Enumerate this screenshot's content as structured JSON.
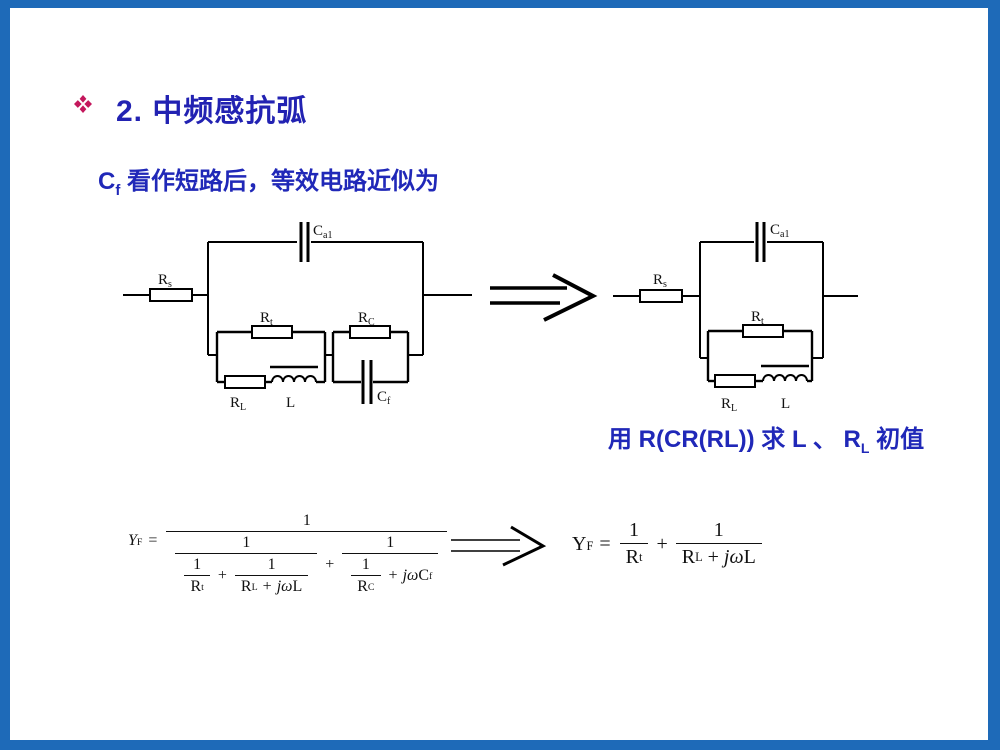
{
  "slide": {
    "frame_color": "#1e6ab8",
    "background_color": "#ffffff",
    "title_color": "#2222b2",
    "text_color": "#2028b8",
    "bullet_color": "#c4175c"
  },
  "title": {
    "bullet_icon": "diamond-cluster-bullet",
    "text": "2. 中频感抗弧"
  },
  "subtitle": {
    "symbol_main": "C",
    "symbol_sub": "f",
    "text": " 看作短路后，等效电路近似为"
  },
  "note": {
    "part1": "用 R(CR(RL)) 求 L 、 R",
    "sub": "L",
    "part2": " 初值"
  },
  "circuits": {
    "labels": {
      "R": "R",
      "C": "C",
      "L": "L"
    },
    "subs": {
      "s": "s",
      "a1": "a1",
      "t": "t",
      "C": "C",
      "L": "L",
      "f": "f"
    },
    "left": {
      "components": [
        "Rs",
        "Ca1",
        "Rt",
        "RL",
        "L",
        "RC",
        "Cf"
      ]
    },
    "right": {
      "components": [
        "Rs",
        "Ca1",
        "Rt",
        "RL",
        "L"
      ]
    }
  },
  "formulas": {
    "Y": "Y",
    "sub_F": "F",
    "equals": "=",
    "one": "1",
    "plus": "+",
    "R": "R",
    "sub_t": "t",
    "sub_L": "L",
    "sub_C": "C",
    "sub_f": "f",
    "jw": "jω",
    "L": "L",
    "C": "C",
    "left_plain": "YF = 1 / ( 1/(1/Rt + 1/(RL + jωL)) + 1/(1/RC + jωCf) )",
    "right_plain": "YF = 1/Rt + 1/(RL + jωL)"
  }
}
